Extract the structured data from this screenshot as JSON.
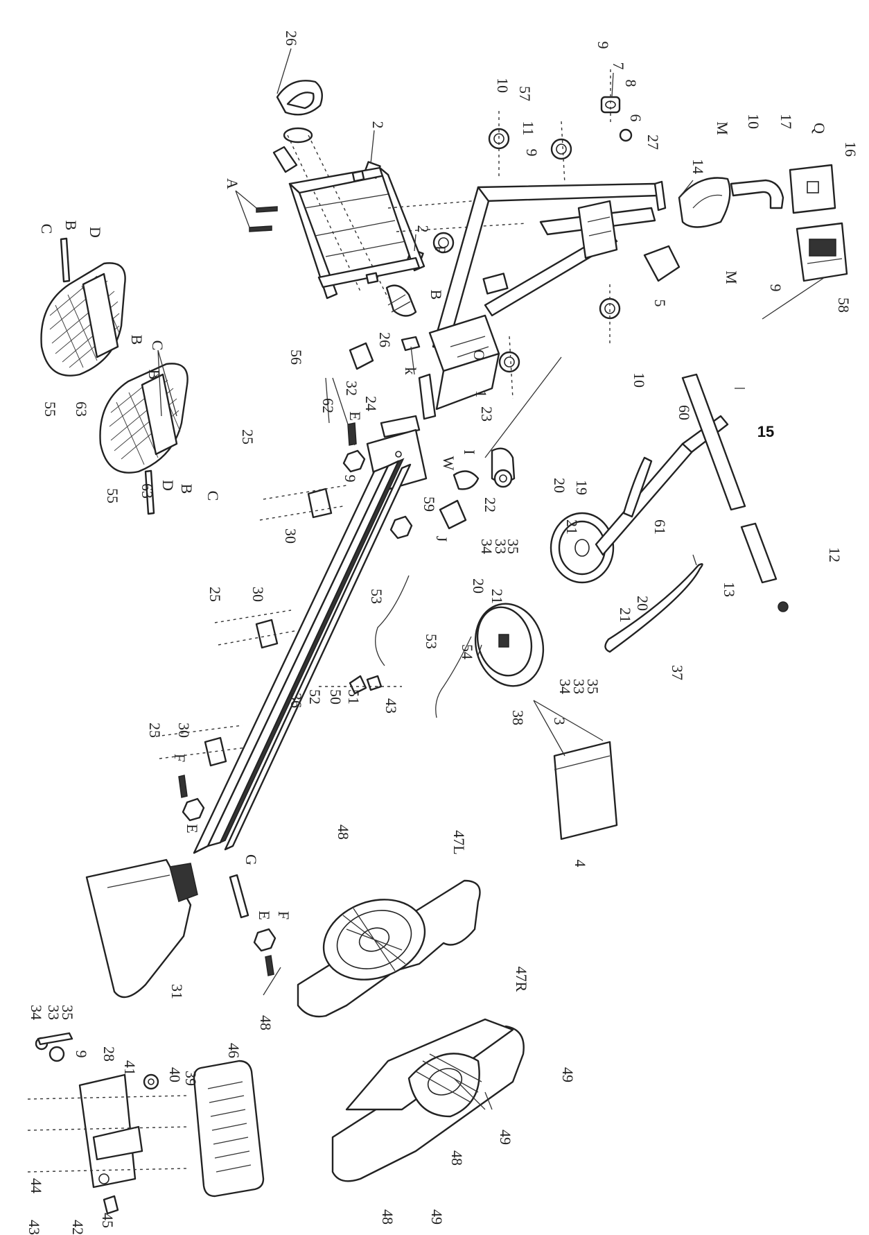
{
  "labels": [
    {
      "id": "26a",
      "text": "26"
    },
    {
      "id": "2a",
      "text": "2"
    },
    {
      "id": "2b",
      "text": "2"
    },
    {
      "id": "A",
      "text": "A"
    },
    {
      "id": "C1",
      "text": "C"
    },
    {
      "id": "B1",
      "text": "B"
    },
    {
      "id": "D1",
      "text": "D"
    },
    {
      "id": "56",
      "text": "56"
    },
    {
      "id": "32",
      "text": "32"
    },
    {
      "id": "26b",
      "text": "26"
    },
    {
      "id": "P",
      "text": "P"
    },
    {
      "id": "B2",
      "text": "B"
    },
    {
      "id": "k",
      "text": "k"
    },
    {
      "id": "55a",
      "text": "55"
    },
    {
      "id": "63a",
      "text": "63"
    },
    {
      "id": "B3",
      "text": "B"
    },
    {
      "id": "C2",
      "text": "C"
    },
    {
      "id": "B4",
      "text": "B"
    },
    {
      "id": "1",
      "text": "1"
    },
    {
      "id": "O",
      "text": "O"
    },
    {
      "id": "24",
      "text": "24"
    },
    {
      "id": "62",
      "text": "62"
    },
    {
      "id": "E1",
      "text": "E"
    },
    {
      "id": "9a",
      "text": "9"
    },
    {
      "id": "25a",
      "text": "25"
    },
    {
      "id": "55b",
      "text": "55"
    },
    {
      "id": "63b",
      "text": "63"
    },
    {
      "id": "D2",
      "text": "D"
    },
    {
      "id": "B5",
      "text": "B"
    },
    {
      "id": "C3",
      "text": "C"
    },
    {
      "id": "30a",
      "text": "30"
    },
    {
      "id": "25b",
      "text": "25"
    },
    {
      "id": "30b",
      "text": "30"
    },
    {
      "id": "59",
      "text": "59"
    },
    {
      "id": "J",
      "text": "J"
    },
    {
      "id": "W",
      "text": "W"
    },
    {
      "id": "I",
      "text": "I"
    },
    {
      "id": "23",
      "text": "23"
    },
    {
      "id": "22",
      "text": "22"
    },
    {
      "id": "10a",
      "text": "10"
    },
    {
      "id": "57",
      "text": "57"
    },
    {
      "id": "11",
      "text": "11"
    },
    {
      "id": "9b",
      "text": "9"
    },
    {
      "id": "9c",
      "text": "9"
    },
    {
      "id": "7",
      "text": "7"
    },
    {
      "id": "8",
      "text": "8"
    },
    {
      "id": "6",
      "text": "6"
    },
    {
      "id": "27",
      "text": "27"
    },
    {
      "id": "14",
      "text": "14"
    },
    {
      "id": "M1",
      "text": "M"
    },
    {
      "id": "10b",
      "text": "10"
    },
    {
      "id": "17",
      "text": "17"
    },
    {
      "id": "Q",
      "text": "Q"
    },
    {
      "id": "16",
      "text": "16"
    },
    {
      "id": "M2",
      "text": "M"
    },
    {
      "id": "9d",
      "text": "9"
    },
    {
      "id": "58",
      "text": "58"
    },
    {
      "id": "5",
      "text": "5"
    },
    {
      "id": "10c",
      "text": "10"
    },
    {
      "id": "60",
      "text": "60"
    },
    {
      "id": "15",
      "text": "15"
    },
    {
      "id": "20a",
      "text": "20"
    },
    {
      "id": "19",
      "text": "19"
    },
    {
      "id": "21a",
      "text": "21"
    },
    {
      "id": "61",
      "text": "61"
    },
    {
      "id": "13",
      "text": "13"
    },
    {
      "id": "12",
      "text": "12"
    },
    {
      "id": "20b",
      "text": "20"
    },
    {
      "id": "21b",
      "text": "21"
    },
    {
      "id": "37",
      "text": "37"
    },
    {
      "id": "34a",
      "text": "34"
    },
    {
      "id": "33a",
      "text": "33"
    },
    {
      "id": "35a",
      "text": "35"
    },
    {
      "id": "20c",
      "text": "20"
    },
    {
      "id": "21c",
      "text": "21"
    },
    {
      "id": "53a",
      "text": "53"
    },
    {
      "id": "53b",
      "text": "53"
    },
    {
      "id": "54",
      "text": "54"
    },
    {
      "id": "52",
      "text": "52"
    },
    {
      "id": "50",
      "text": "50"
    },
    {
      "id": "51",
      "text": "51"
    },
    {
      "id": "43a",
      "text": "43"
    },
    {
      "id": "38",
      "text": "38"
    },
    {
      "id": "34b",
      "text": "34"
    },
    {
      "id": "33b",
      "text": "33"
    },
    {
      "id": "35b",
      "text": "35"
    },
    {
      "id": "3",
      "text": "3"
    },
    {
      "id": "4",
      "text": "4"
    },
    {
      "id": "25c",
      "text": "25"
    },
    {
      "id": "30c",
      "text": "30"
    },
    {
      "id": "36",
      "text": "36"
    },
    {
      "id": "F1",
      "text": "F"
    },
    {
      "id": "E2",
      "text": "E"
    },
    {
      "id": "31",
      "text": "31"
    },
    {
      "id": "48a",
      "text": "48"
    },
    {
      "id": "47L",
      "text": "47L"
    },
    {
      "id": "G",
      "text": "G"
    },
    {
      "id": "E3",
      "text": "E"
    },
    {
      "id": "F2",
      "text": "F"
    },
    {
      "id": "48b",
      "text": "48"
    },
    {
      "id": "47R",
      "text": "47R"
    },
    {
      "id": "49a",
      "text": "49"
    },
    {
      "id": "49b",
      "text": "49"
    },
    {
      "id": "48c",
      "text": "48"
    },
    {
      "id": "48d",
      "text": "48"
    },
    {
      "id": "49c",
      "text": "49"
    },
    {
      "id": "34c",
      "text": "34"
    },
    {
      "id": "33c",
      "text": "33"
    },
    {
      "id": "35c",
      "text": "35"
    },
    {
      "id": "9e",
      "text": "9"
    },
    {
      "id": "28",
      "text": "28"
    },
    {
      "id": "41",
      "text": "41"
    },
    {
      "id": "40",
      "text": "40"
    },
    {
      "id": "39",
      "text": "39"
    },
    {
      "id": "46",
      "text": "46"
    },
    {
      "id": "44",
      "text": "44"
    },
    {
      "id": "43b",
      "text": "43"
    },
    {
      "id": "42",
      "text": "42"
    },
    {
      "id": "45",
      "text": "45"
    }
  ],
  "colors": {
    "line": "#222222",
    "background": "#ffffff"
  }
}
